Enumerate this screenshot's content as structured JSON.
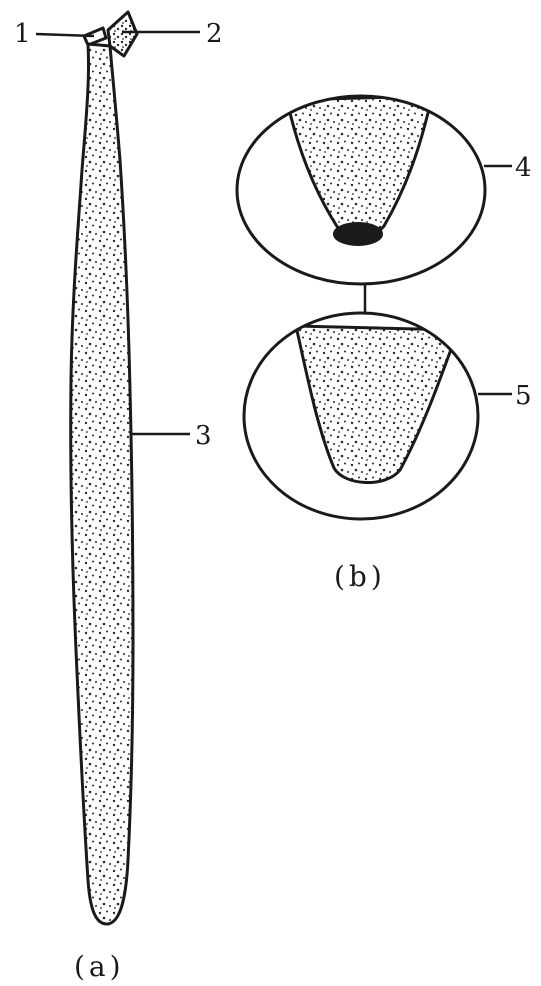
{
  "figure": {
    "labels": {
      "l1": "1",
      "l2": "2",
      "l3": "3",
      "l4": "4",
      "l5": "5"
    },
    "captions": {
      "a": "(a)",
      "b": "(b)"
    },
    "colors": {
      "ink": "#1a1a1a",
      "paper": "#ffffff",
      "stipple": "#2a2a2a"
    }
  }
}
